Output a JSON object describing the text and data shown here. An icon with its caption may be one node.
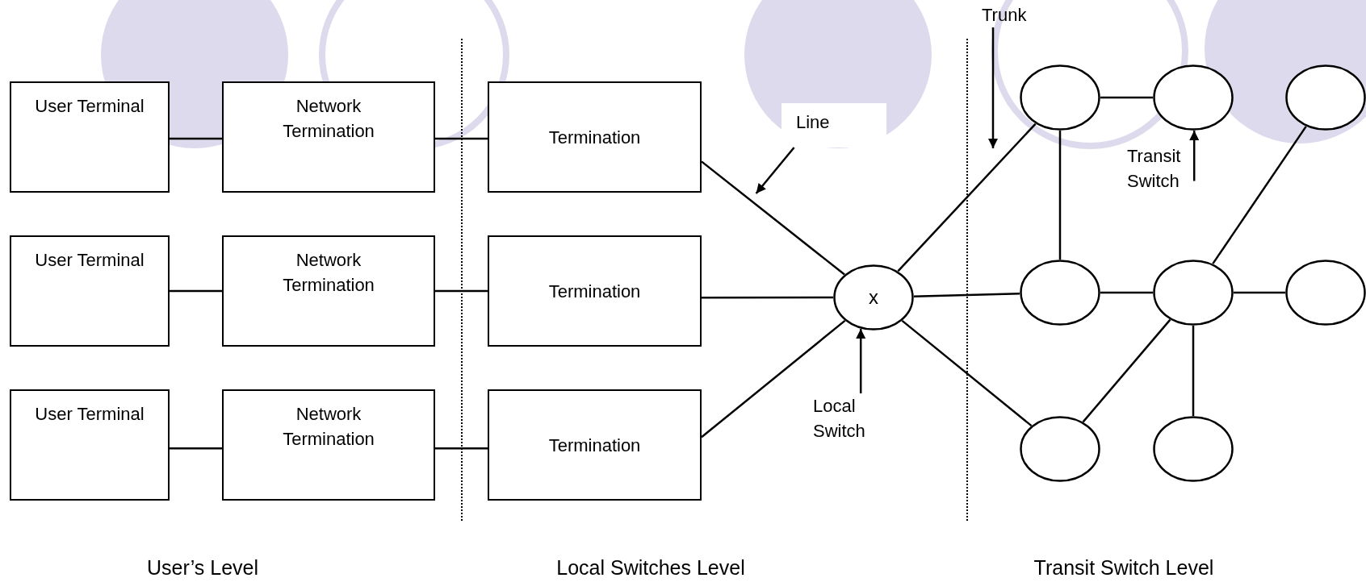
{
  "diagram": {
    "nodes": [
      {
        "text": [
          "Trunk"
        ]
      },
      {
        "text": [
          "User Terminal"
        ]
      },
      {
        "text": [
          "Network Termination"
        ]
      },
      {
        "text": [
          "Termination"
        ]
      },
      {
        "text": [
          "Line"
        ]
      },
      {
        "text": [],
        "shape": "circle"
      },
      {
        "text": [],
        "shape": "circle"
      },
      {
        "text": [],
        "shape": "circle"
      },
      {
        "text": [
          "Transit Switch"
        ]
      },
      {
        "text": [
          "User Terminal"
        ]
      },
      {
        "text": [
          "Network Termination"
        ]
      },
      {
        "text": [
          "Termination"
        ]
      },
      {
        "text": [
          "x"
        ]
      },
      {
        "text": [],
        "shape": "circle"
      },
      {
        "text": [],
        "shape": "circle"
      },
      {
        "text": [],
        "shape": "circle"
      },
      {
        "text": [
          "User Terminal"
        ]
      },
      {
        "text": [
          "Network Termination"
        ]
      },
      {
        "text": [
          "Termination"
        ]
      },
      {
        "text": [
          "Local Switch"
        ]
      },
      {
        "text": [],
        "shape": "circle"
      },
      {
        "text": [],
        "shape": "circle"
      }
    ],
    "edges": [
      {
        "from": 1,
        "to": 2,
        "arrow": "none"
      },
      {
        "from": 2,
        "to": 3,
        "arrow": "none"
      },
      {
        "from": 9,
        "to": 10,
        "arrow": "none"
      },
      {
        "from": 10,
        "to": 11,
        "arrow": "none"
      },
      {
        "from": 16,
        "to": 17,
        "arrow": "none"
      },
      {
        "from": 17,
        "to": 18,
        "arrow": "none"
      },
      {
        "from": 3,
        "to": 12,
        "arrow": "none"
      },
      {
        "from": 11,
        "to": 12,
        "arrow": "none"
      },
      {
        "from": 18,
        "to": 12,
        "arrow": "none"
      },
      {
        "from": 12,
        "to": 5,
        "arrow": "none"
      },
      {
        "from": 12,
        "to": 13,
        "arrow": "none"
      },
      {
        "from": 12,
        "to": 20,
        "arrow": "none"
      },
      {
        "from": 5,
        "to": 6,
        "arrow": "none"
      },
      {
        "from": 5,
        "to": 13,
        "arrow": "none"
      },
      {
        "from": 13,
        "to": 14,
        "arrow": "none"
      },
      {
        "from": 14,
        "to": 7,
        "arrow": "none"
      },
      {
        "from": 14,
        "to": 15,
        "arrow": "none"
      },
      {
        "from": 14,
        "to": 20,
        "arrow": "none"
      },
      {
        "from": 14,
        "to": 21,
        "arrow": "none"
      },
      {
        "from": 4,
        "to": null,
        "arrow": "to"
      },
      {
        "from": 0,
        "to": null,
        "arrow": "to"
      },
      {
        "from": 8,
        "to": 6,
        "arrow": "to"
      },
      {
        "from": 19,
        "to": 12,
        "arrow": "to"
      }
    ],
    "labels": [
      "User’s Level",
      "Local Switches Level",
      "Transit Switch Level"
    ]
  }
}
